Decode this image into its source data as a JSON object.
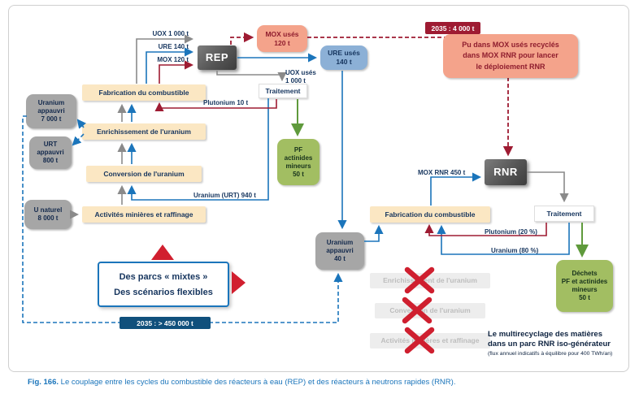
{
  "accent_colors": {
    "flow_blue": "#1b75bb",
    "plutonium_red": "#9e1b32",
    "waste_green": "#5f9a3c",
    "neutral_gray": "#8a8a8a",
    "caption_blue": "#1b75bb",
    "cross_red": "#cf1f2f"
  },
  "rep_cycle": {
    "reactor": "REP",
    "stocks": {
      "uranium_appauvri": "Uranium\nappauvri\n7 000 t",
      "urt_appauvri": "URT\nappauvri\n800 t",
      "u_naturel": "U naturel\n8 000 t"
    },
    "steps": {
      "fabrication": "Fabrication du combustible",
      "enrichissement": "Enrichissement de l'uranium",
      "conversion": "Conversion de l'uranium",
      "activites_minieres": "Activités minières et raffinage"
    },
    "products": {
      "mox_uses": "MOX usés\n120 t",
      "ure_uses": "URE usés\n140 t",
      "traitement": "Traitement",
      "pf_actinides": "PF\nactinides\nmineurs\n50 t"
    },
    "flows": {
      "uox": "UOX 1 000 t",
      "ure": "URE 140 t",
      "mox": "MOX 120 t",
      "uox_uses": "UOX usés\n1 000 t",
      "plutonium": "Plutonium 10 t",
      "uranium_urt": "Uranium (URT) 940 t"
    }
  },
  "rnr_cycle": {
    "reactor": "RNR",
    "fabrication": "Fabrication du combustible",
    "traitement": "Traitement",
    "dechets": "Déchets\nPF et actinides\nmineurs\n50 t",
    "stock_uranium_appauvri": "Uranium\nappauvri\n40 t",
    "flows": {
      "mox_rnr": "MOX RNR 450 t",
      "plutonium": "Plutonium (20 %)",
      "uranium": "Uranium (80 %)"
    },
    "disabled_steps": {
      "enrichissement": "Enrichissement de l'uranium",
      "conversion": "Conversion de l'uranium",
      "activites_minieres": "Activités minières et raffinage"
    },
    "note_title": "Le multirecyclage des matières\ndans un parc RNR iso-générateur",
    "note_sub": "(flux annuel indicatifs à équilibre pour 400 TWh/an)"
  },
  "callouts": {
    "mox_stock_badge": "2035 : 4 000 t",
    "pu_note": "Pu dans MOX usés recyclés\ndans MOX RNR pour lancer\nle déploiement RNR",
    "uranium_stock_badge": "2035 : > 450 000 t",
    "mixtes_line1": "Des parcs « mixtes »",
    "mixtes_line2": "Des scénarios flexibles"
  },
  "caption": {
    "fig": "Fig. 166.",
    "text": "Le couplage entre les cycles du combustible des réacteurs à eau (REP) et des réacteurs à neutrons rapides (RNR)."
  }
}
